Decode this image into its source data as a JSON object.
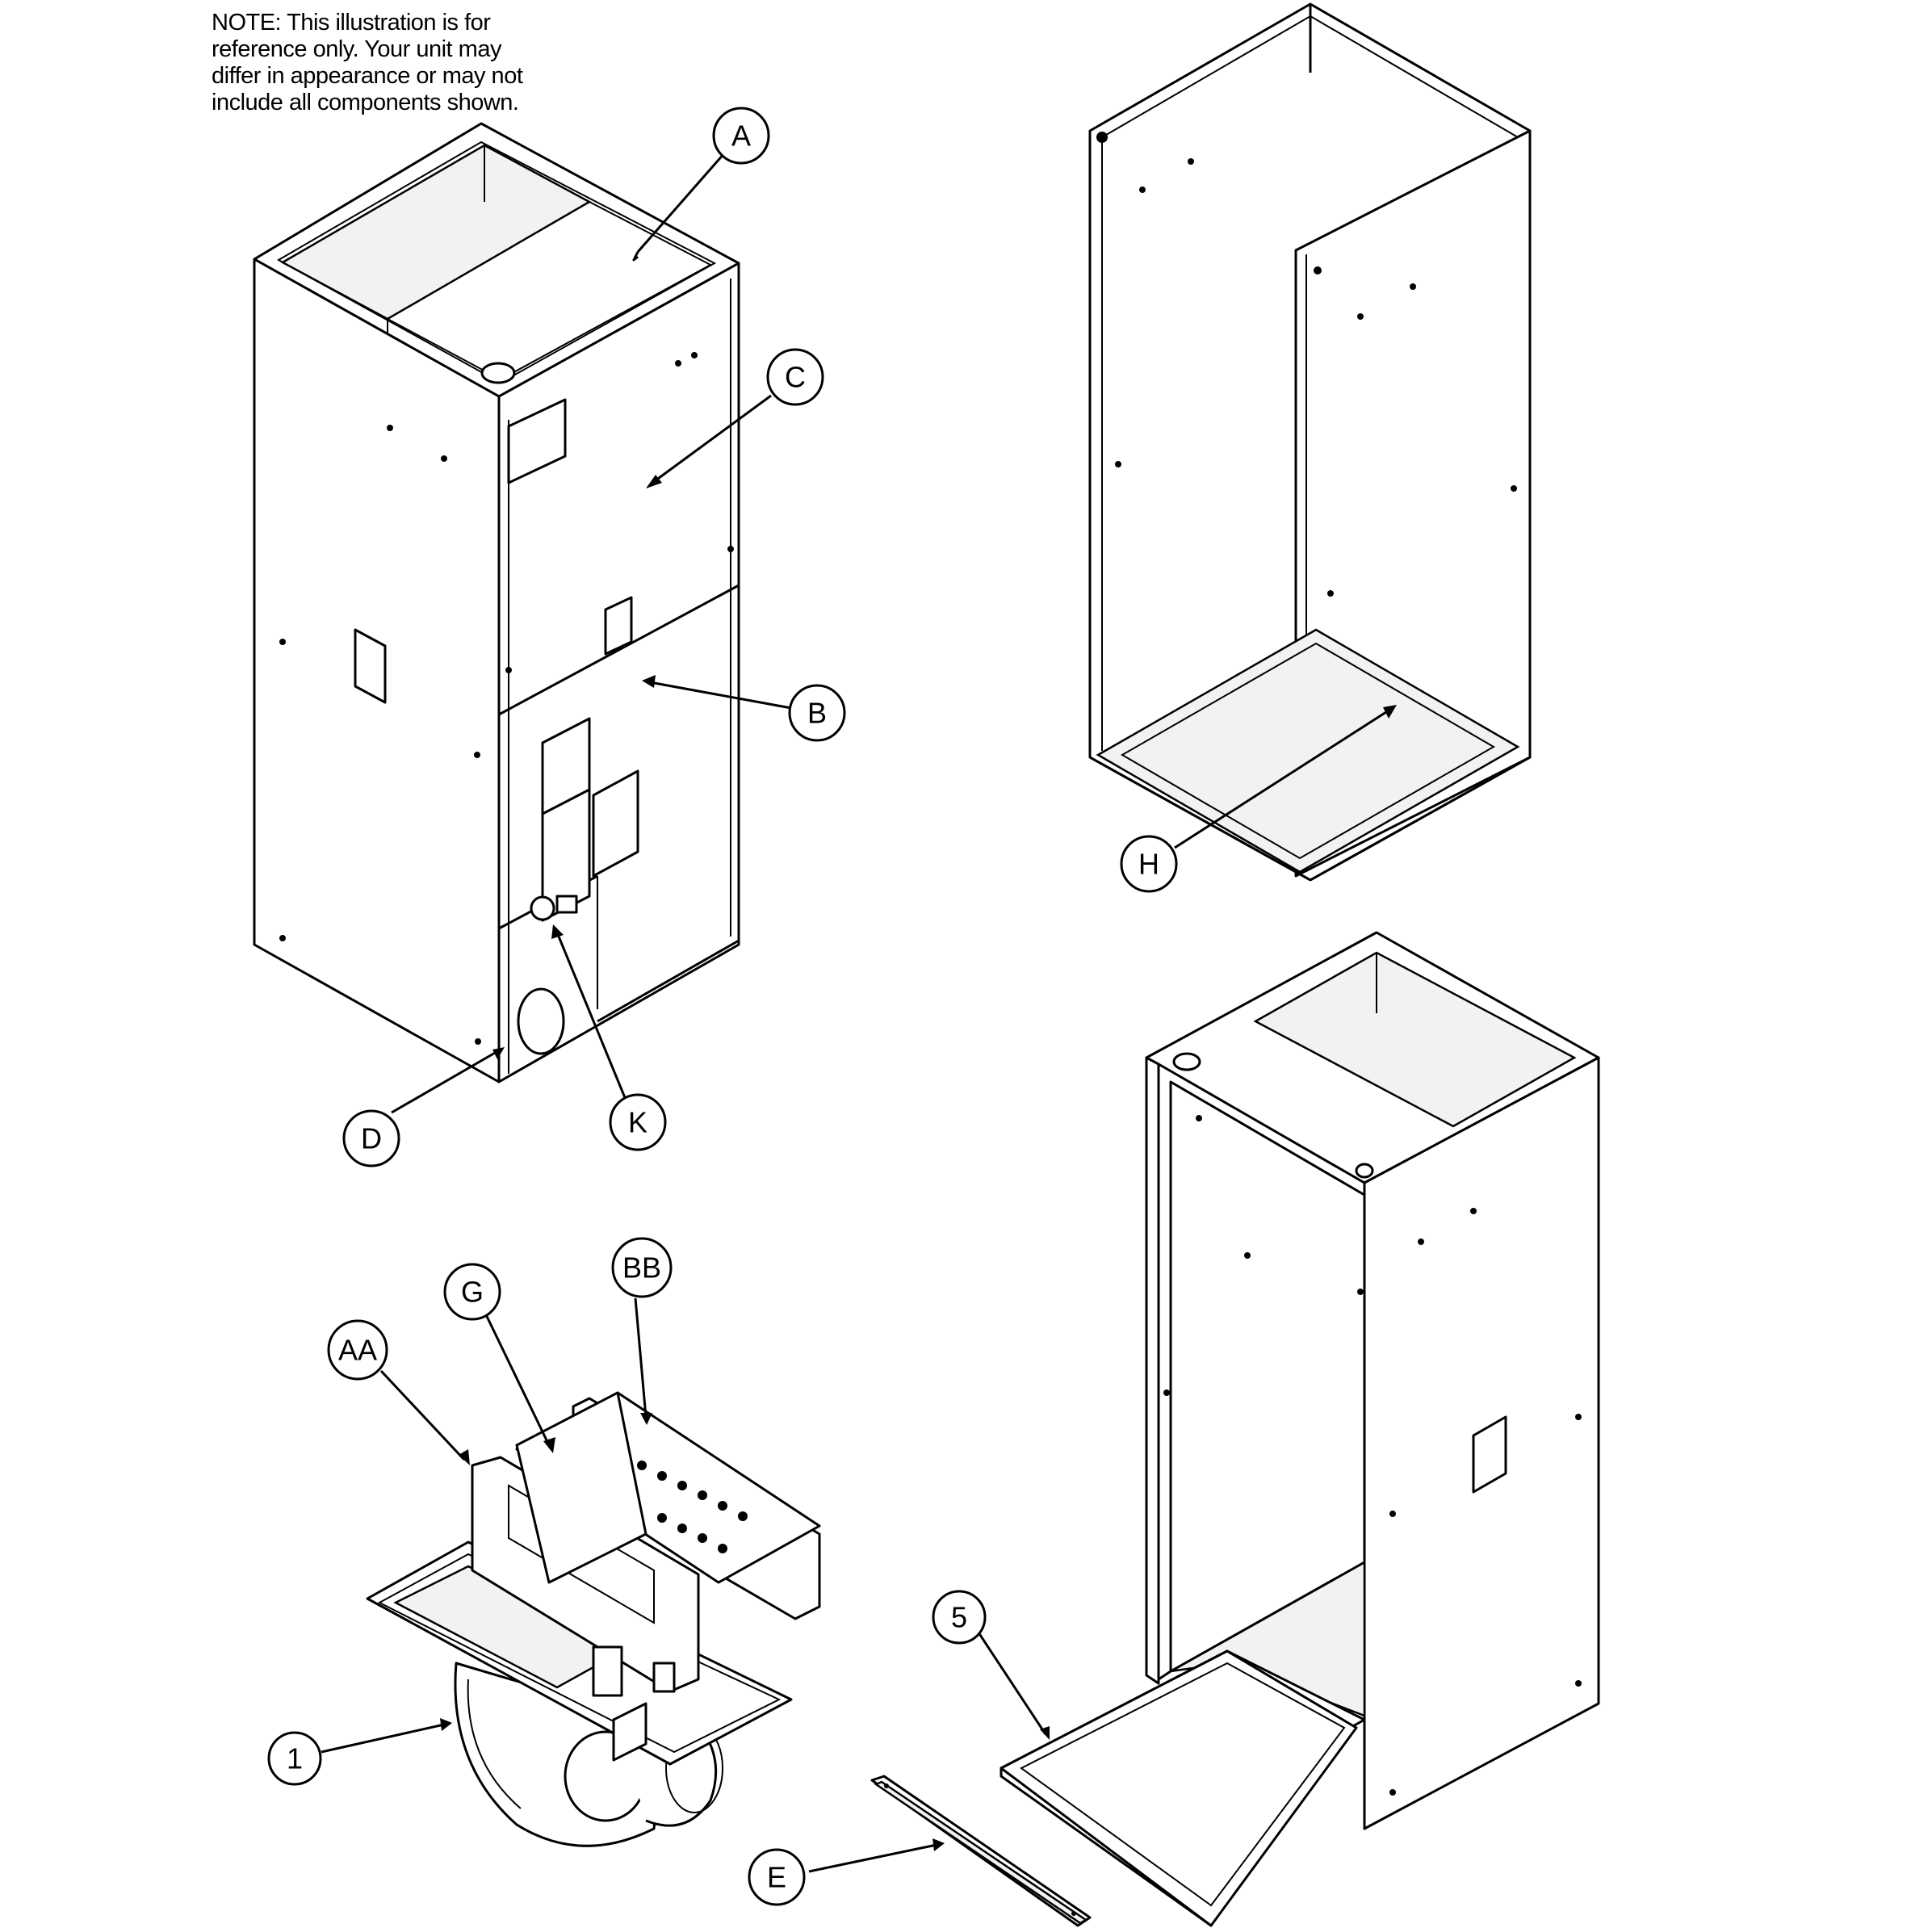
{
  "note": {
    "lines": [
      "NOTE: This illustration is for",
      "reference only. Your unit may",
      "differ in appearance or may not",
      "include all components shown."
    ]
  },
  "callouts": {
    "A": "A",
    "B": "B",
    "C": "C",
    "D": "D",
    "K": "K",
    "H": "H",
    "G": "G",
    "AA": "AA",
    "BB": "BB",
    "one": "1",
    "five": "5",
    "E": "E"
  }
}
